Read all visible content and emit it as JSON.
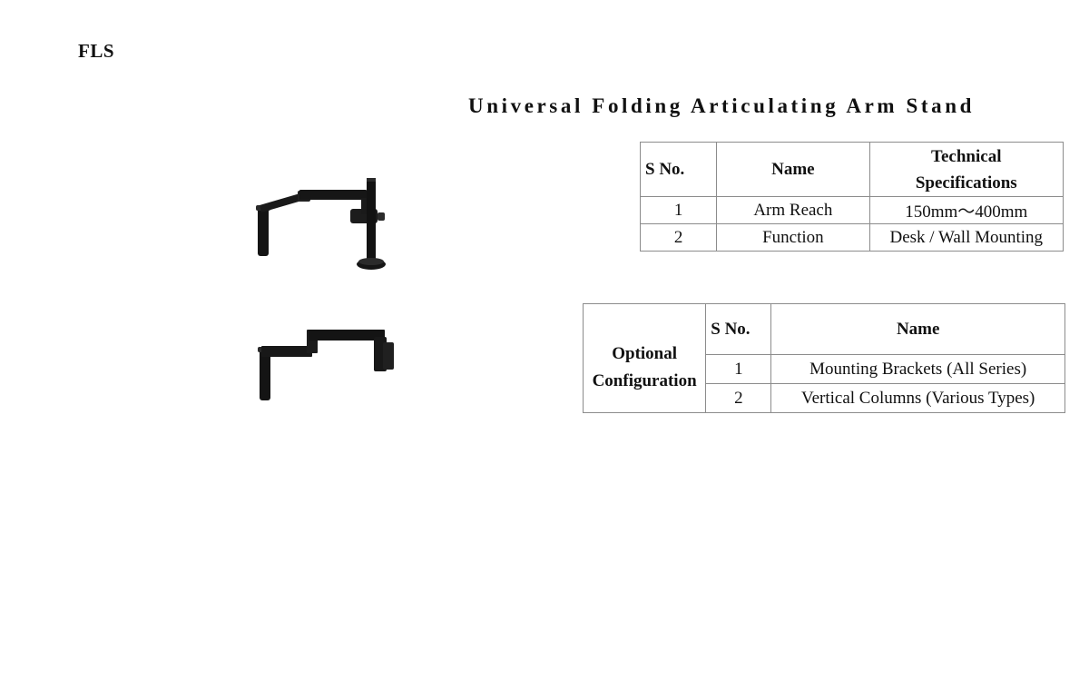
{
  "brand": "FLS",
  "title": "Universal Folding Articulating Arm Stand",
  "spec_table": {
    "headers": {
      "sno": "S No.",
      "name": "Name",
      "tech_line1": "Technical",
      "tech_line2": "Specifications"
    },
    "rows": [
      {
        "sno": "1",
        "name": "Arm Reach",
        "spec": "150mm～400mm"
      },
      {
        "sno": "2",
        "name": "Function",
        "spec": "Desk / Wall Mounting"
      }
    ]
  },
  "optional_table": {
    "label_line1": "Optional",
    "label_line2": "Configuration",
    "headers": {
      "sno": "S No.",
      "name": "Name"
    },
    "rows": [
      {
        "sno": "1",
        "name": "Mounting Brackets (All Series)"
      },
      {
        "sno": "2",
        "name": "Vertical Columns (Various Types)"
      }
    ]
  },
  "product_images": [
    "desk-mount-arm-stand-image",
    "wall-mount-arm-stand-image"
  ],
  "colors": {
    "product": "#141414",
    "border": "#8c8c8c",
    "text": "#111111"
  }
}
